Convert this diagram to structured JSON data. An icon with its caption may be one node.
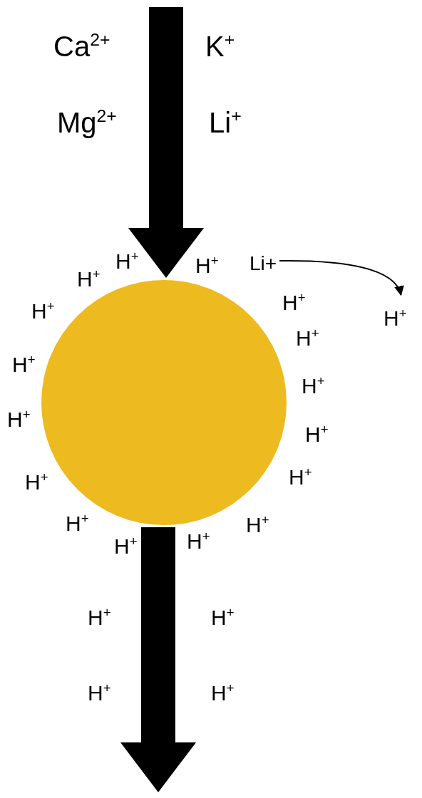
{
  "diagram": {
    "nodes": [
      {
        "text": [],
        "shape": "circle"
      },
      {
        "text": [
          "Li+"
        ]
      },
      {
        "text": [
          "H$^{+}$"
        ]
      }
    ],
    "edges": [
      {
        "from": null,
        "to": 0,
        "arrow": "to",
        "style": "thick"
      },
      {
        "from": 0,
        "to": null,
        "arrow": "to",
        "style": "thick"
      },
      {
        "from": 1,
        "to": 2,
        "arrow": "to"
      }
    ],
    "labels": [
      "Ca$^{2+}$",
      "K$^{+}$",
      "Mg$^{2+}$",
      "Li$^{+}$",
      "H$^{+}$",
      "H$^{+}$",
      "H$^{+}$",
      "H$^{+}$",
      "H$^{+}$",
      "H$^{+}$",
      "H$^{+}$",
      "H$^{+}$",
      "H$^{+}$",
      "H$^{+}$",
      "H$^{+}$",
      "H$^{+}$",
      "H$^{+}$",
      "H$^{+}$",
      "H$^{+}$",
      "H$^{+}$",
      "H$^{+}$",
      "H$^{+}$",
      "H$^{+}$",
      "H$^{+}$"
    ]
  }
}
